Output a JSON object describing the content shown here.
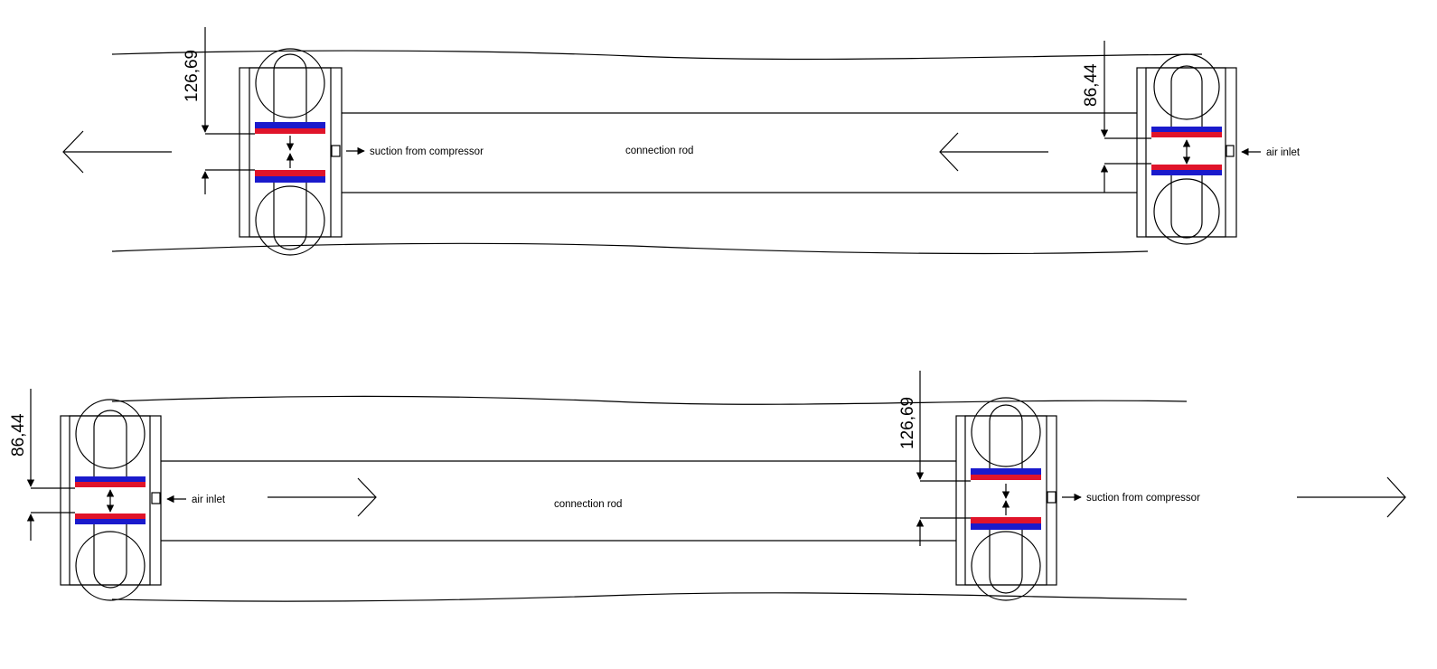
{
  "colors": {
    "line": "#000000",
    "blue_layer": "#1a1acc",
    "red_layer": "#e0142a",
    "background": "#ffffff"
  },
  "top_diagram": {
    "left_dimension": "126,69",
    "right_dimension": "86,44",
    "left_port_label": "suction from compressor",
    "center_label": "connection rod",
    "right_port_label": "air inlet",
    "motion_direction": "left"
  },
  "bottom_diagram": {
    "left_dimension": "86,44",
    "right_dimension": "126,69",
    "left_port_label": "air inlet",
    "center_label": "connection rod",
    "right_port_label": "suction from compressor",
    "motion_direction": "right"
  }
}
